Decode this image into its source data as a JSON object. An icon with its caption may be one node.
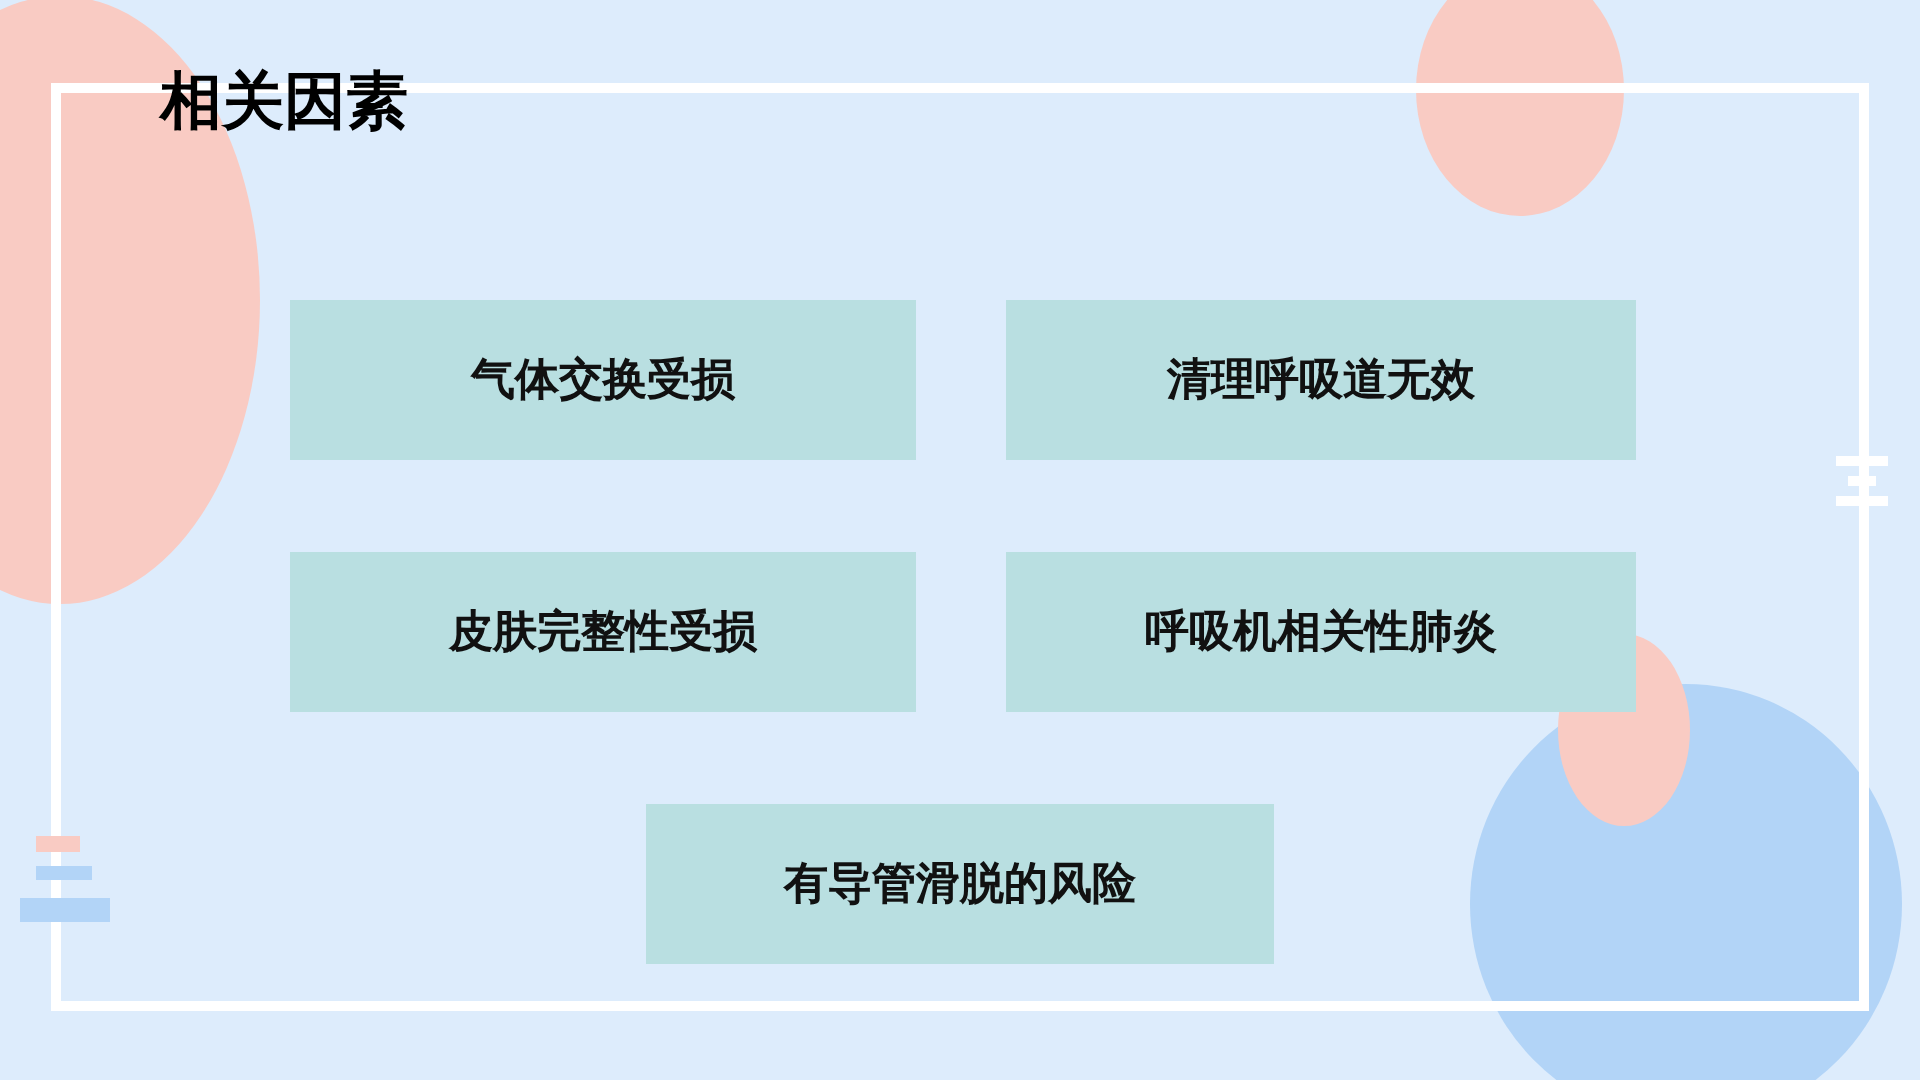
{
  "diagram": {
    "title": "相关因素",
    "nodes": [
      {
        "text": [
          "气体交换受损"
        ]
      },
      {
        "text": [
          "清理呼吸道无效"
        ]
      },
      {
        "text": [
          "皮肤完整性受损"
        ]
      },
      {
        "text": [
          "呼吸机相关性肺炎"
        ]
      },
      {
        "text": [
          "有导管滑脱的风险"
        ]
      }
    ]
  }
}
